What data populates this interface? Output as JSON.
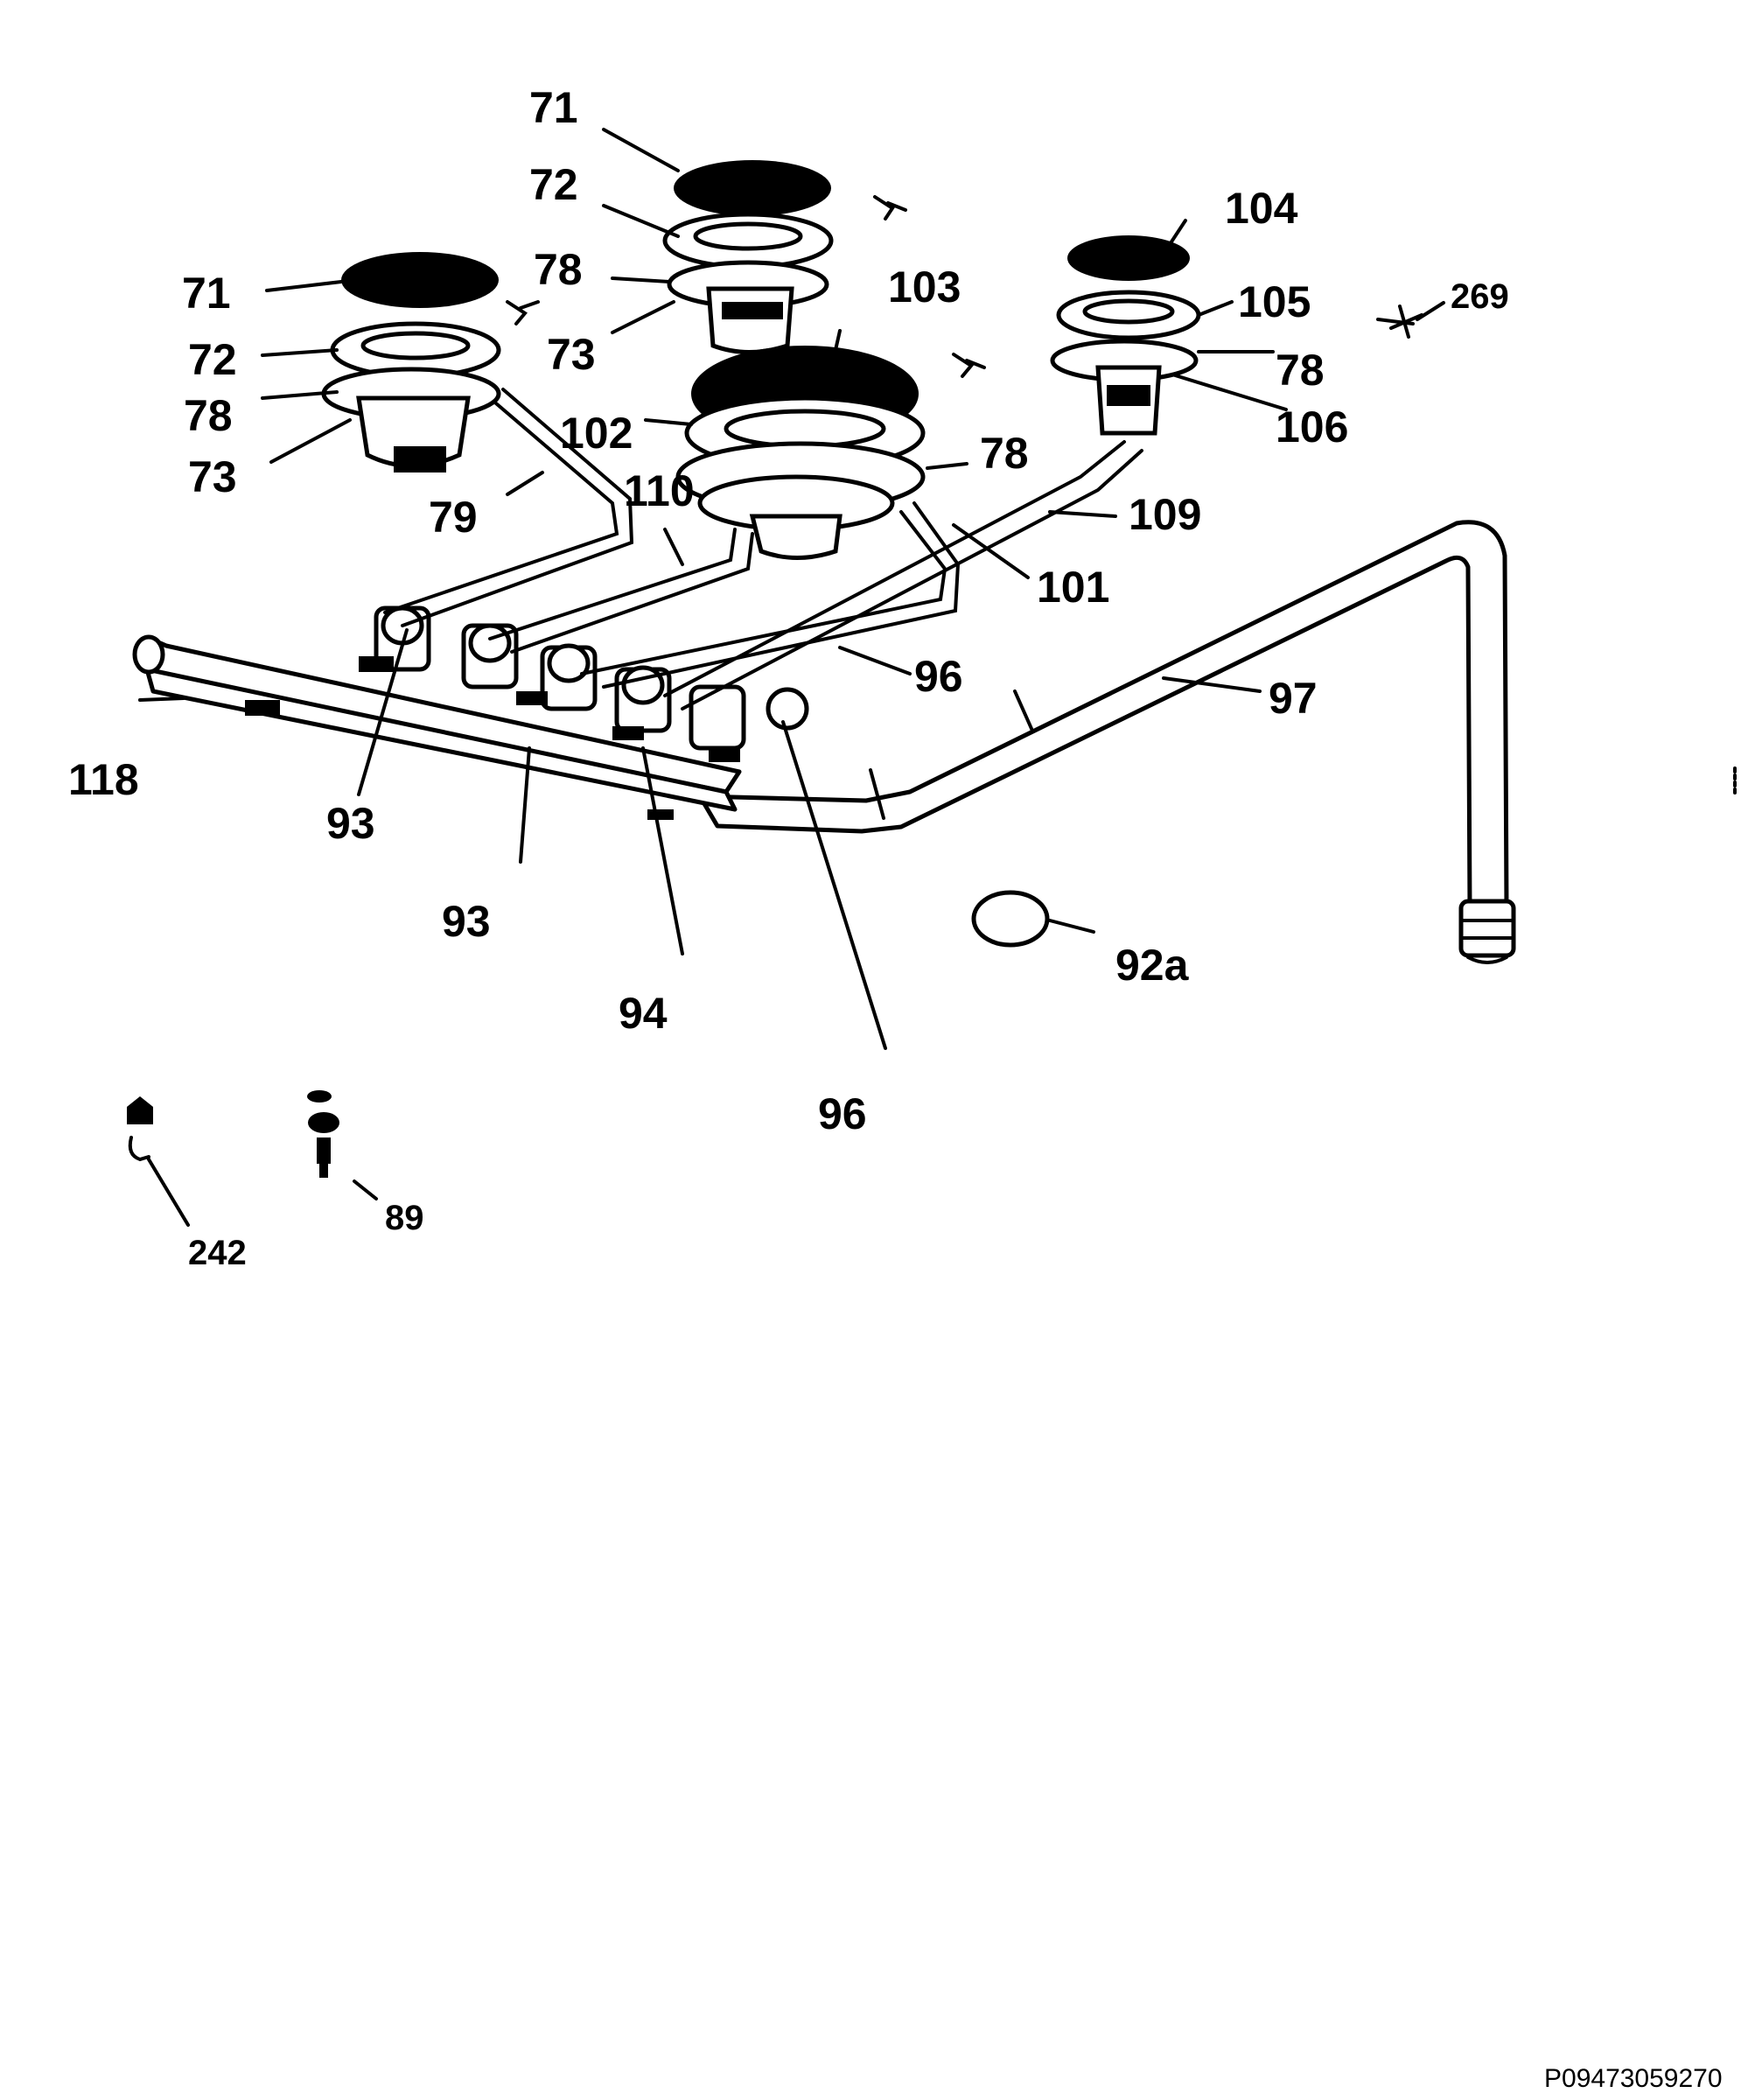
{
  "diagram": {
    "parts": [
      {
        "key": "p71a",
        "label": "71"
      },
      {
        "key": "p72a",
        "label": "72"
      },
      {
        "key": "p78a",
        "label": "78"
      },
      {
        "key": "p73a",
        "label": "73"
      },
      {
        "key": "p71b",
        "label": "71"
      },
      {
        "key": "p72b",
        "label": "72"
      },
      {
        "key": "p78b",
        "label": "78"
      },
      {
        "key": "p73b",
        "label": "73"
      },
      {
        "key": "p79",
        "label": "79"
      },
      {
        "key": "p103",
        "label": "103"
      },
      {
        "key": "p102",
        "label": "102"
      },
      {
        "key": "p110",
        "label": "110"
      },
      {
        "key": "p78c",
        "label": "78"
      },
      {
        "key": "p101",
        "label": "101"
      },
      {
        "key": "p104",
        "label": "104"
      },
      {
        "key": "p105",
        "label": "105"
      },
      {
        "key": "p78d",
        "label": "78"
      },
      {
        "key": "p106",
        "label": "106"
      },
      {
        "key": "p109",
        "label": "109"
      },
      {
        "key": "p269",
        "label": "269"
      },
      {
        "key": "p96a",
        "label": "96"
      },
      {
        "key": "p97",
        "label": "97"
      },
      {
        "key": "p118",
        "label": "118"
      },
      {
        "key": "p93a",
        "label": "93"
      },
      {
        "key": "p93b",
        "label": "93"
      },
      {
        "key": "p94",
        "label": "94"
      },
      {
        "key": "p96b",
        "label": "96"
      },
      {
        "key": "p92a",
        "label": "92a"
      },
      {
        "key": "p242",
        "label": "242"
      },
      {
        "key": "p89",
        "label": "89"
      }
    ],
    "drawing_code": "P09473059270"
  }
}
